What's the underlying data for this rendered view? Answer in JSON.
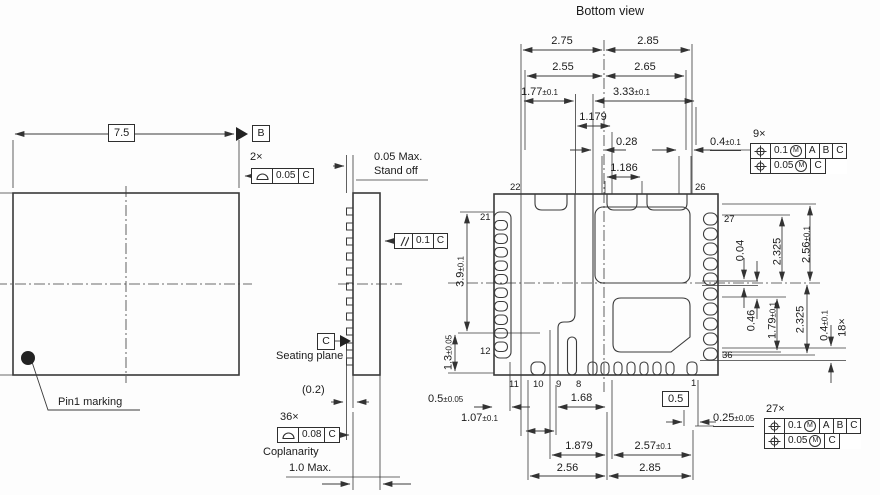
{
  "colors": {
    "line": "#3a3a3a",
    "background": "#fdfdfd",
    "text": "#1b1b1b"
  },
  "left_view": {
    "width_dim": "7.5",
    "datum_b": "B",
    "chamfer_count": "2×",
    "chamfer_fcf": {
      "tol": "0.05",
      "datum": "C"
    },
    "pin1_label": "Pin1 marking"
  },
  "side_view": {
    "standoff_value": "0.05 Max.",
    "standoff_label": "Stand off",
    "parallel_fcf": {
      "tol": "0.1",
      "datum": "C"
    },
    "datum_c": "C",
    "seating_label": "Seating plane",
    "lead_thickness": "(0.2)",
    "coplanarity_count": "36×",
    "coplanarity_fcf": {
      "tol": "0.08",
      "datum": "C"
    },
    "coplanarity_label": "Coplanarity",
    "height_dim": "1.0 Max."
  },
  "bottom_view": {
    "title": "Bottom view",
    "top_dims": {
      "d275": "2.75",
      "d285": "2.85",
      "d255": "2.55",
      "d265": "2.65",
      "d177": {
        "v": "1.77",
        "t": "±0.1"
      },
      "d333": {
        "v": "3.33",
        "t": "±0.1"
      },
      "d1179": "1.179",
      "d028": "0.28",
      "d04": {
        "v": "0.4",
        "t": "±0.1"
      },
      "d1186": "1.186"
    },
    "right_dims": {
      "d004": "0.04",
      "d2325u": "2.325",
      "d256": {
        "v": "2.56",
        "t": "±0.1"
      },
      "d046": "0.46",
      "d179": {
        "v": "1.79",
        "t": "±0.1"
      },
      "d2325l": "2.325",
      "d04": {
        "v": "0.4",
        "t": "±0.1"
      },
      "count18": "18×"
    },
    "left_dims": {
      "d39": {
        "v": "3.9",
        "t": "±0.1"
      },
      "d13": {
        "v": "1.3",
        "t": "±0.05"
      }
    },
    "bottom_dims": {
      "d05": {
        "v": "0.5",
        "t": "±0.05"
      },
      "d107": {
        "v": "1.07",
        "t": "±0.1"
      },
      "d168": "1.68",
      "d05box": "0.5",
      "d1879": "1.879",
      "d257": {
        "v": "2.57",
        "t": "±0.1"
      },
      "d256": "2.56",
      "d285": "2.85",
      "d025": {
        "v": "0.25",
        "t": "±0.05"
      }
    },
    "pins": {
      "p1": "1",
      "p8": "8",
      "p9": "9",
      "p10": "10",
      "p11": "11",
      "p12": "12",
      "p21": "21",
      "p22": "22",
      "p26": "26",
      "p27": "27",
      "p36": "36"
    },
    "fcf9": {
      "count": "9×",
      "r1": {
        "tol": "0.1",
        "mod": "M",
        "datums": [
          "A",
          "B",
          "C"
        ]
      },
      "r2": {
        "tol": "0.05",
        "mod": "M",
        "datums": [
          "C"
        ]
      }
    },
    "fcf27": {
      "count": "27×",
      "r1": {
        "tol": "0.1",
        "mod": "M",
        "datums": [
          "A",
          "B",
          "C"
        ]
      },
      "r2": {
        "tol": "0.05",
        "mod": "M",
        "datums": [
          "C"
        ]
      }
    }
  }
}
